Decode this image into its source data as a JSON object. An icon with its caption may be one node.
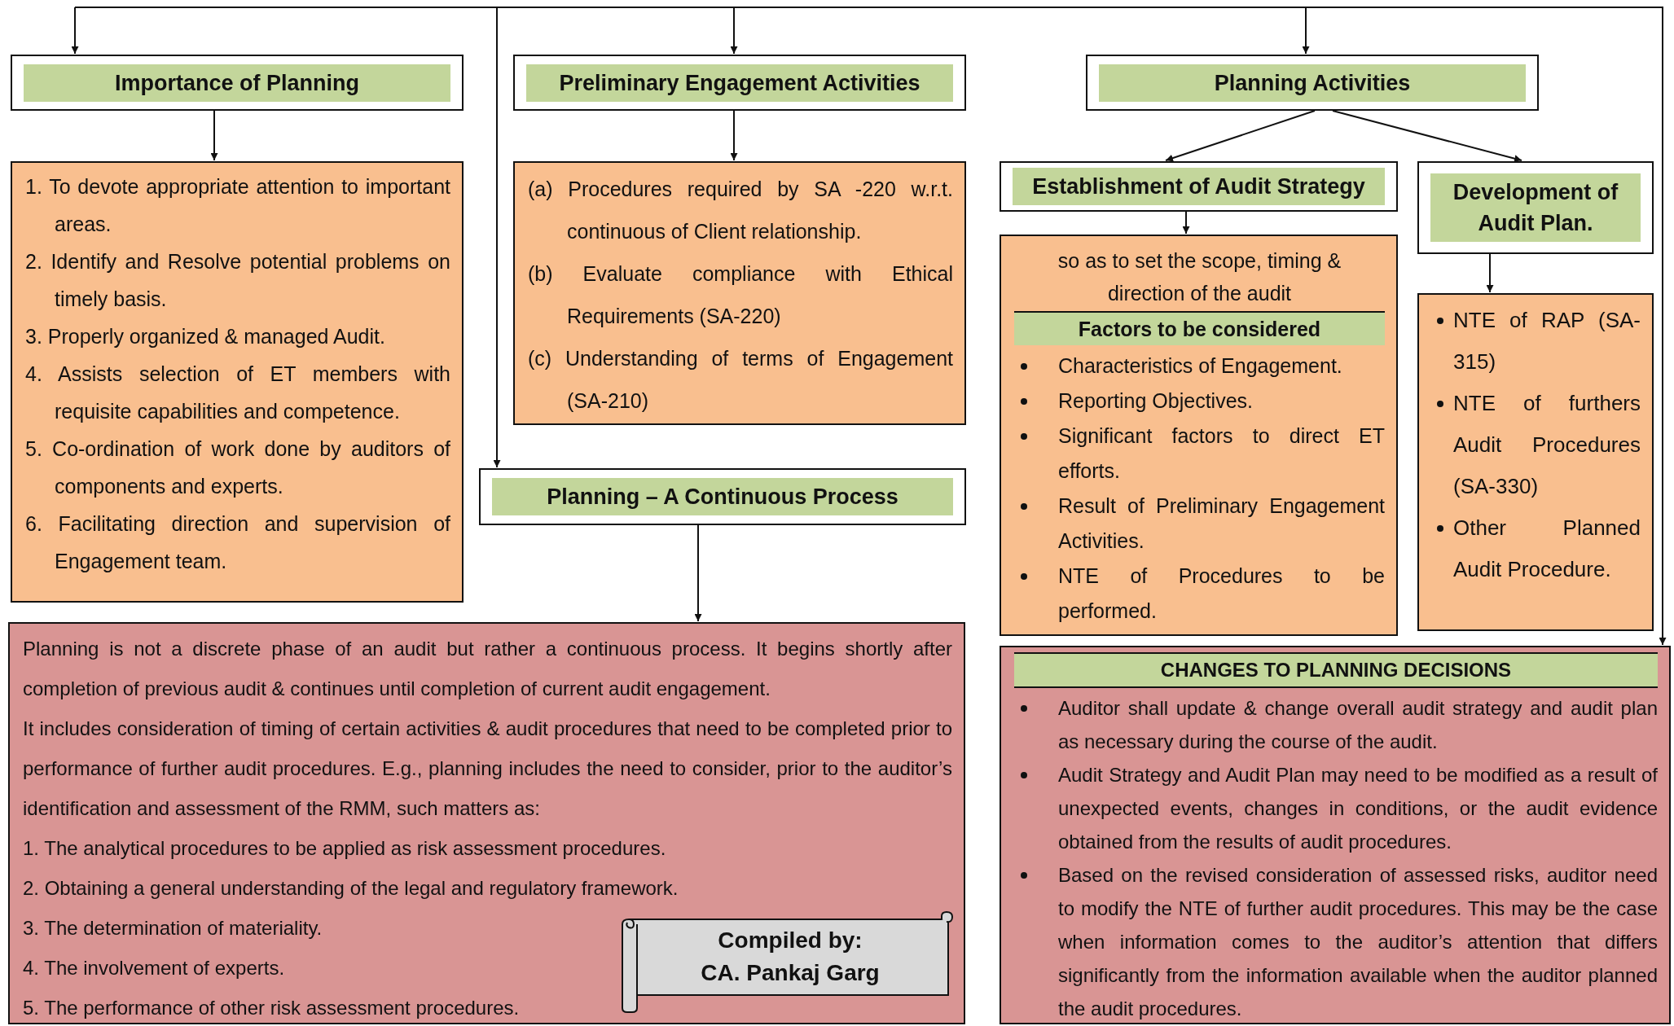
{
  "diagram": {
    "nodes": [
      {
        "text": [
          "Importance of Planning"
        ]
      },
      {
        "text": [
          "1. To devote appropriate attention to important areas.",
          "2. Identify and Resolve potential problems on timely basis.",
          "3. Properly organized & managed Audit.",
          "4. Assists selection of ET members with requisite capabilities and competence.",
          "5. Co-ordination of work done by auditors of components and experts.",
          "6. Facilitating direction and supervision of Engagement team."
        ]
      },
      {
        "text": [
          "Preliminary Engagement Activities"
        ]
      },
      {
        "text": [
          "(a) Procedures required by SA -220 w.r.t. continuous of Client relationship.",
          "(b) Evaluate compliance with Ethical Requirements (SA-220)",
          "(c) Understanding of terms of Engagement (SA-210)"
        ]
      },
      {
        "text": [
          "Planning Activities"
        ]
      },
      {
        "text": [
          "Establishment of Audit Strategy"
        ]
      },
      {
        "text": [
          "Development of Audit Plan."
        ]
      },
      {
        "text": [
          "so as to set the scope, timing & direction of the audit",
          "Factors to be considered",
          "Characteristics of Engagement.",
          "Reporting Objectives.",
          "Significant factors to direct ET efforts.",
          "Result of Preliminary Engagement Activities.",
          "NTE of Procedures to be performed."
        ]
      },
      {
        "text": [
          "NTE of RAP (SA-315)",
          "NTE of furthers Audit Procedures (SA-330)",
          "Other Planned Audit Procedure."
        ]
      },
      {
        "text": [
          "Planning – A Continuous Process"
        ]
      },
      {
        "text": [
          "Planning is not a discrete phase of an audit but rather a continuous process. It begins shortly after completion of previous audit & continues until completion of current audit engagement.",
          "It includes consideration of timing of certain activities & audit procedures that need to be completed prior to performance of further audit procedures. E.g., planning includes the need to consider, prior to the auditor’s identification and assessment of the RMM, such matters as:",
          "1. The analytical procedures to be applied as risk assessment procedures.",
          "2. Obtaining a general understanding of the legal and regulatory framework.",
          "3. The determination of materiality.",
          "4. The involvement of experts.",
          "5. The performance of other risk assessment procedures."
        ]
      },
      {
        "text": [
          "Compiled by:",
          "CA. Pankaj Garg"
        ],
        "in": 10
      },
      {
        "text": [
          "CHANGES TO PLANNING DECISIONS",
          "Auditor shall update & change overall audit strategy and audit plan as necessary during the course of the audit.",
          "Audit Strategy and Audit Plan may need to be modified as a result of unexpected events, changes in conditions, or the audit evidence obtained from the results of audit procedures.",
          "Based on the revised consideration of assessed risks, auditor need to modify the NTE of further audit procedures. This may be the case when information comes to the auditor’s attention that differs significantly from the information available when the auditor planned the audit procedures."
        ]
      }
    ],
    "edges": [
      {
        "from": null,
        "to": 0,
        "arrow": "to"
      },
      {
        "from": null,
        "to": 2,
        "arrow": "to"
      },
      {
        "from": null,
        "to": 4,
        "arrow": "to"
      },
      {
        "from": null,
        "to": 9,
        "arrow": "to"
      },
      {
        "from": null,
        "to": 12,
        "arrow": "to"
      },
      {
        "from": 0,
        "to": 1,
        "arrow": "to"
      },
      {
        "from": 2,
        "to": 3,
        "arrow": "to"
      },
      {
        "from": 4,
        "to": 5,
        "arrow": "to"
      },
      {
        "from": 4,
        "to": 6,
        "arrow": "to"
      },
      {
        "from": 5,
        "to": 7,
        "arrow": "to"
      },
      {
        "from": 6,
        "to": 8,
        "arrow": "to"
      },
      {
        "from": 9,
        "to": 10,
        "arrow": "to"
      }
    ]
  }
}
